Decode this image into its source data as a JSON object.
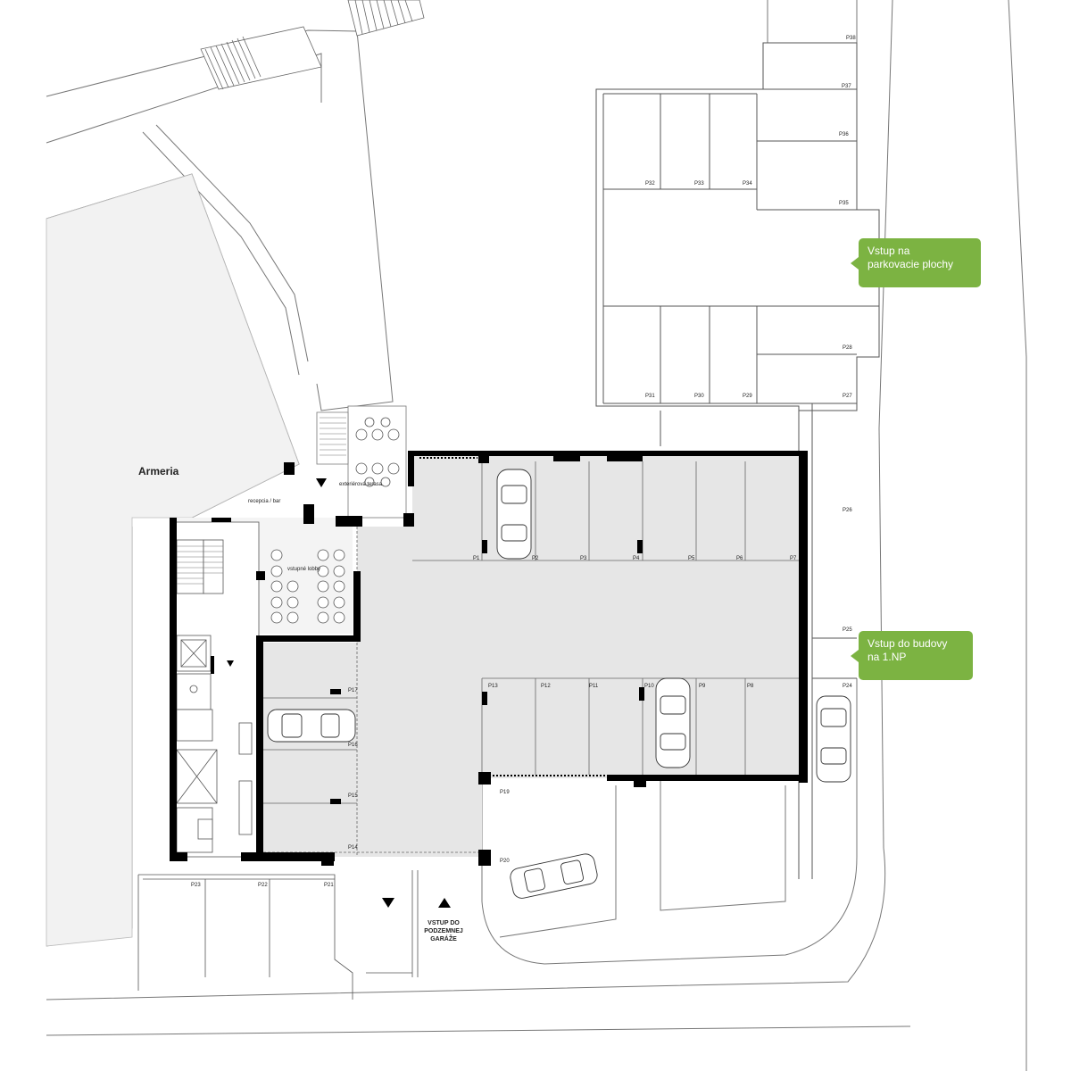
{
  "labels": {
    "armeria": "Armeria",
    "recepcia": "recepcia / bar",
    "terasa": "exteriérová terasa",
    "lobby": "vstupné lobby",
    "garage_entry": [
      "VSTUP DO",
      "PODZEMNEJ",
      "GARÁŽE"
    ]
  },
  "callouts": {
    "parking": {
      "line1": "Vstup na",
      "line2": "parkovacie plochy"
    },
    "building": {
      "line1": "Vstup do budovy",
      "line2": "na 1.NP"
    }
  },
  "parking_spots": {
    "outer_top": [
      "P32",
      "P33",
      "P34",
      "P35",
      "P36",
      "P37",
      "P38"
    ],
    "outer_mid": [
      "P31",
      "P30",
      "P29",
      "P28",
      "P27"
    ],
    "east": [
      "P26",
      "P25",
      "P24"
    ],
    "inner_top": [
      "P1",
      "P2",
      "P3",
      "P4",
      "P5",
      "P6",
      "P7"
    ],
    "inner_mid": [
      "P13",
      "P12",
      "P11",
      "P10",
      "P9",
      "P8"
    ],
    "west_bays": [
      "P17",
      "P16",
      "P15",
      "P14"
    ],
    "south": [
      "P19",
      "P20",
      "P21",
      "P22",
      "P23"
    ]
  },
  "colors": {
    "callout_bg": "#7cb342",
    "floor_fill": "#e6e6e6",
    "site_fill": "#f2f2f2",
    "wall": "#000000",
    "line": "#555555"
  }
}
